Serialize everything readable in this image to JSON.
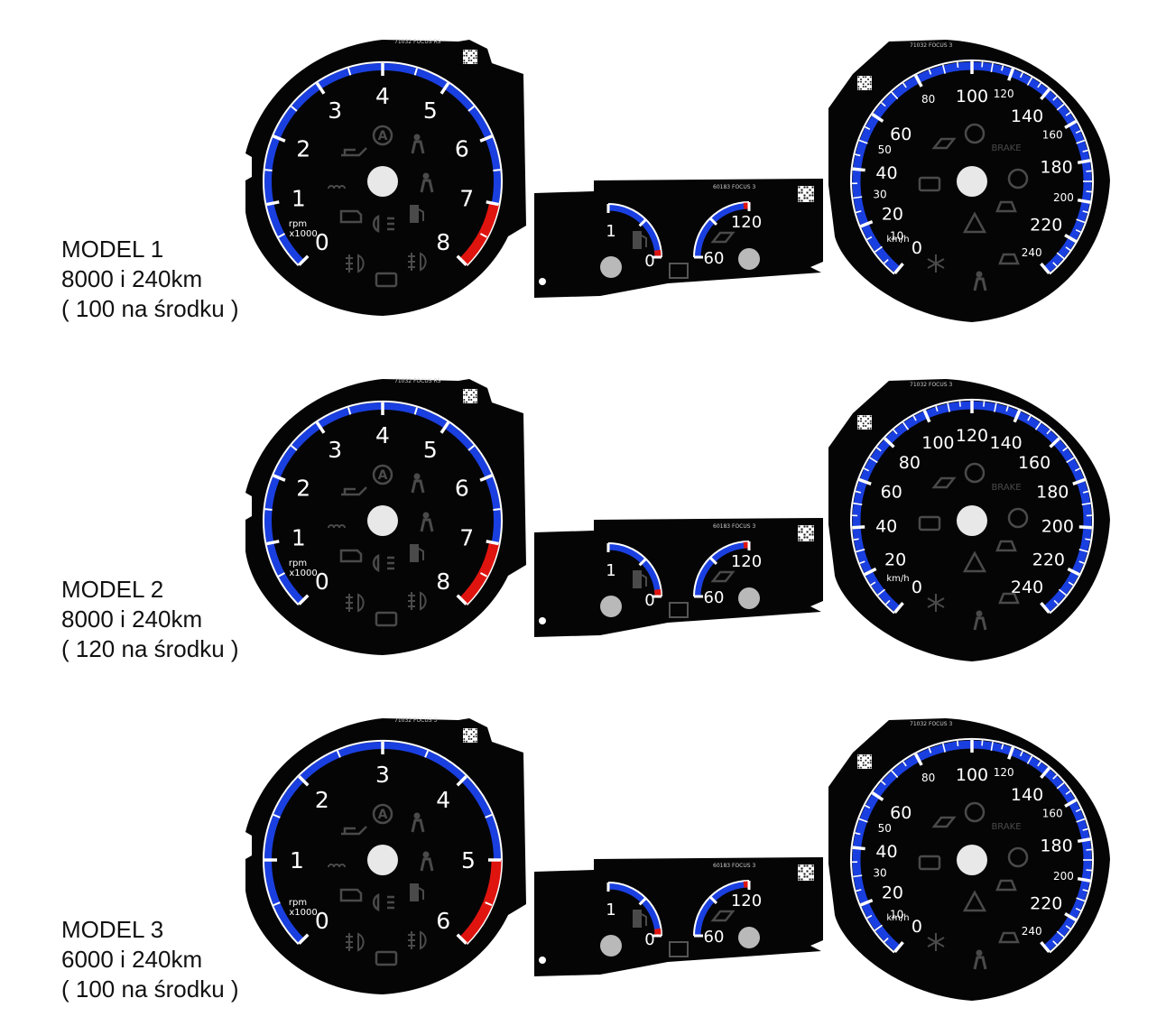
{
  "models": [
    {
      "caption": [
        "MODEL 1",
        "8000 i 240km",
        "( 100 na środku )"
      ],
      "tach": {
        "code": "71032  FOCUS RS",
        "labels": [
          "0",
          "1",
          "2",
          "3",
          "4",
          "5",
          "6",
          "7",
          "8"
        ],
        "max": 8,
        "redline_start": 7,
        "unit": "rpm",
        "multiplier": "x1000"
      },
      "middle": {
        "code": "60183  FOCUS 3",
        "fuel_labels": [
          "1",
          "0"
        ],
        "temp_labels": [
          "60",
          "120"
        ]
      },
      "speedo": {
        "code": "71032  FOCUS 3",
        "labels_big": [
          "0",
          "20",
          "40",
          "60",
          "100",
          "140",
          "180",
          "220"
        ],
        "labels_small": [
          "10",
          "30",
          "50",
          "80",
          "120",
          "160",
          "200",
          "240"
        ],
        "unit": "km/h",
        "brake_label": "BRAKE",
        "center_value": "100"
      }
    },
    {
      "caption": [
        "MODEL 2",
        "8000 i 240km",
        "( 120 na środku )"
      ],
      "tach": {
        "code": "71032  FOCUS RS",
        "labels": [
          "0",
          "1",
          "2",
          "3",
          "4",
          "5",
          "6",
          "7",
          "8"
        ],
        "max": 8,
        "redline_start": 7,
        "unit": "rpm",
        "multiplier": "x1000"
      },
      "middle": {
        "code": "60183  FOCUS 3",
        "fuel_labels": [
          "1",
          "0"
        ],
        "temp_labels": [
          "60",
          "120"
        ]
      },
      "speedo": {
        "code": "71032  FOCUS 3",
        "labels_big": [
          "0",
          "20",
          "40",
          "60",
          "80",
          "100",
          "120",
          "140",
          "160",
          "180",
          "200",
          "220",
          "240"
        ],
        "labels_small": [],
        "unit": "km/h",
        "brake_label": "BRAKE",
        "center_value": "120"
      }
    },
    {
      "caption": [
        "MODEL 3",
        "6000 i 240km",
        "( 100 na środku )"
      ],
      "tach": {
        "code": "71032  FOCUS 3",
        "labels": [
          "0",
          "1",
          "2",
          "3",
          "4",
          "5",
          "6"
        ],
        "max": 6,
        "redline_start": 5,
        "unit": "rpm",
        "multiplier": "x1000"
      },
      "middle": {
        "code": "60183  FOCUS 3",
        "fuel_labels": [
          "1",
          "0"
        ],
        "temp_labels": [
          "60",
          "120"
        ]
      },
      "speedo": {
        "code": "71032  FOCUS 3",
        "labels_big": [
          "0",
          "20",
          "40",
          "60",
          "100",
          "140",
          "180",
          "220"
        ],
        "labels_small": [
          "10",
          "30",
          "50",
          "80",
          "120",
          "160",
          "200",
          "240"
        ],
        "unit": "km/h",
        "brake_label": "BRAKE",
        "center_value": "100"
      }
    }
  ],
  "colors": {
    "dial_bg": "#050505",
    "scale_blue": "#1a3fe0",
    "redline": "#e0140f",
    "tick": "#ffffff",
    "warning_icon": "#4a4a4a"
  }
}
